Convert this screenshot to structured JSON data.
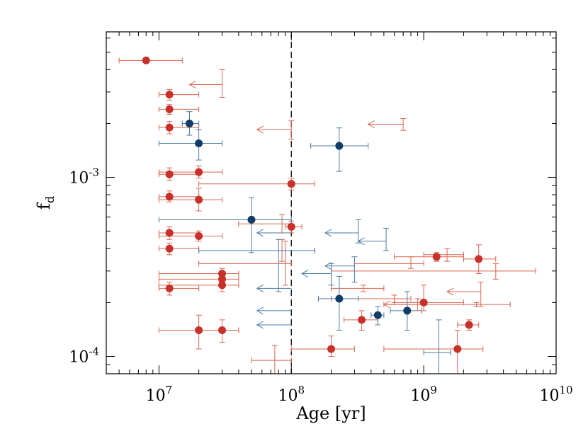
{
  "chart_data": {
    "type": "scatter",
    "title": "",
    "xlabel": "Age [yr]",
    "ylabel_main": "f",
    "ylabel_sub": "d",
    "x_scale": "log",
    "y_scale": "log",
    "xlim": [
      4000000,
      10000000000
    ],
    "ylim": [
      8e-05,
      0.0065
    ],
    "x_ticks": [
      {
        "base": "10",
        "exp": "7",
        "value": 10000000
      },
      {
        "base": "10",
        "exp": "8",
        "value": 100000000
      },
      {
        "base": "10",
        "exp": "9",
        "value": 1000000000
      },
      {
        "base": "10",
        "exp": "10",
        "value": 10000000000
      }
    ],
    "y_ticks": [
      {
        "base": "10",
        "exp": "-3",
        "value": 0.001
      },
      {
        "base": "10",
        "exp": "-4",
        "value": 0.0001
      }
    ],
    "vline_x": 100000000,
    "colors": {
      "red": "#c8302a",
      "red_bar": "#d9654f",
      "blue": "#0f3d66",
      "blue_bar": "#4a7aa3"
    },
    "red_points": [
      {
        "x": 8000000,
        "y": 0.0045,
        "xerr": [
          5000000,
          15000000
        ]
      },
      {
        "x": 12000000,
        "y": 0.0029,
        "xerr": [
          10000000,
          20000000
        ],
        "yerr": [
          0.0027,
          0.0031
        ]
      },
      {
        "x": 12000000,
        "y": 0.0024,
        "xerr": [
          10000000,
          20000000
        ],
        "yerr": [
          0.00225,
          0.00255
        ]
      },
      {
        "x": 12000000,
        "y": 0.0019,
        "xerr": [
          10000000,
          20000000
        ],
        "yerr": [
          0.00175,
          0.00205
        ]
      },
      {
        "x": 12000000,
        "y": 0.00104,
        "xerr": [
          10000000,
          20000000
        ],
        "yerr": [
          0.00096,
          0.00113
        ]
      },
      {
        "x": 20000000,
        "y": 0.00107,
        "xerr": [
          10000000,
          30000000
        ],
        "yerr": [
          0.00099,
          0.00116
        ]
      },
      {
        "x": 12000000,
        "y": 0.00078,
        "xerr": [
          10000000,
          20000000
        ],
        "yerr": [
          0.00073,
          0.00084
        ]
      },
      {
        "x": 20000000,
        "y": 0.00075,
        "xerr": [
          10000000,
          30000000
        ],
        "yerr": [
          0.00065,
          0.00087
        ]
      },
      {
        "x": 12000000,
        "y": 0.00049,
        "xerr": [
          10000000,
          20000000
        ],
        "yerr": [
          0.00045,
          0.00053
        ]
      },
      {
        "x": 20000000,
        "y": 0.00047,
        "xerr": [
          10000000,
          30000000
        ],
        "yerr": [
          0.00044,
          0.0005
        ]
      },
      {
        "x": 12000000,
        "y": 0.0004,
        "xerr": [
          10000000,
          20000000
        ],
        "yerr": [
          0.00037,
          0.00043
        ]
      },
      {
        "x": 30000000,
        "y": 0.00029,
        "xerr": [
          10000000,
          40000000
        ],
        "yerr": [
          0.00027,
          0.00031
        ]
      },
      {
        "x": 30000000,
        "y": 0.00027,
        "xerr": [
          10000000,
          40000000
        ],
        "yerr": [
          0.00025,
          0.00029
        ]
      },
      {
        "x": 30000000,
        "y": 0.00025,
        "xerr": [
          10000000,
          40000000
        ],
        "yerr": [
          0.00023,
          0.00027
        ]
      },
      {
        "x": 12000000,
        "y": 0.00024,
        "xerr": [
          10000000,
          20000000
        ],
        "yerr": [
          0.00022,
          0.00026
        ]
      },
      {
        "x": 20000000,
        "y": 0.00014,
        "xerr": [
          10000000,
          30000000
        ],
        "yerr": [
          0.00011,
          0.00017
        ]
      },
      {
        "x": 30000000,
        "y": 0.00014,
        "xerr": [
          20000000,
          40000000
        ],
        "yerr": [
          0.00012,
          0.00016
        ]
      },
      {
        "x": 100000000,
        "y": 0.00092,
        "xerr": [
          20000000,
          150000000
        ],
        "yerr": [
          0.00085,
          0.00099
        ]
      },
      {
        "x": 100000000,
        "y": 0.00053,
        "xerr": [
          90000000,
          120000000
        ],
        "yerr": [
          0.00049,
          0.00057
        ]
      },
      {
        "x": 200000000,
        "y": 0.00011,
        "xerr": [
          100000000,
          300000000
        ],
        "yerr": [
          0.0001,
          0.00013
        ]
      },
      {
        "x": 340000000,
        "y": 0.00016,
        "xerr": [
          250000000,
          450000000
        ],
        "yerr": [
          0.00014,
          0.00018
        ]
      },
      {
        "x": 1000000000,
        "y": 0.0002,
        "xerr": [
          600000000,
          2000000000
        ],
        "yerr": [
          0.00018,
          0.00025
        ]
      },
      {
        "x": 1250000000,
        "y": 0.00036,
        "xerr": [
          600000000,
          2000000000
        ],
        "yerr": [
          0.00034,
          0.00038
        ]
      },
      {
        "x": 2600000000,
        "y": 0.00035,
        "xerr": [
          2000000000,
          3500000000
        ],
        "yerr": [
          0.00029,
          0.00042
        ]
      },
      {
        "x": 1800000000,
        "y": 0.00011,
        "xerr": [
          500000000,
          2800000000
        ],
        "yerr": [
          8e-05,
          0.00014
        ]
      },
      {
        "x": 2200000000,
        "y": 0.00015,
        "xerr": [
          1800000000,
          2600000000
        ],
        "yerr": [
          0.00014,
          0.00016
        ]
      }
    ],
    "blue_points": [
      {
        "x": 17000000,
        "y": 0.002,
        "xerr": [
          15000000,
          20000000
        ],
        "yerr": [
          0.00172,
          0.00233
        ]
      },
      {
        "x": 20000000,
        "y": 0.00155,
        "xerr": [
          10000000,
          30000000
        ],
        "yerr": [
          0.00125,
          0.00185
        ]
      },
      {
        "x": 230000000,
        "y": 0.0015,
        "xerr": [
          140000000,
          380000000
        ],
        "yerr": [
          0.00108,
          0.00189
        ]
      },
      {
        "x": 50000000,
        "y": 0.00058,
        "xerr": [
          10000000,
          100000000
        ],
        "yerr": [
          0.00038,
          0.00077
        ]
      },
      {
        "x": 230000000,
        "y": 0.00021,
        "xerr": [
          160000000,
          320000000
        ],
        "yerr": [
          0.00014,
          0.00028
        ]
      },
      {
        "x": 450000000,
        "y": 0.00017,
        "xerr": [
          400000000,
          500000000
        ],
        "yerr": [
          0.00015,
          0.00019
        ]
      },
      {
        "x": 750000000,
        "y": 0.00018,
        "xerr": [
          560000000,
          960000000
        ],
        "yerr": [
          0.00014,
          0.00023
        ]
      }
    ],
    "red_bars_only": [
      {
        "x": 75000000,
        "xerr": [
          50000000,
          100000000
        ],
        "y": 9.5e-05,
        "yerr": [
          8e-05,
          0.000115
        ]
      },
      {
        "x": 85000000,
        "xerr": [
          40000000,
          100000000
        ],
        "y": 0.00055,
        "yerr": [
          0.00049,
          0.00062
        ]
      },
      {
        "x": 85000000,
        "xerr": [
          20000000,
          150000000
        ],
        "y": 0.00039,
        "yerr": [
          0.00034,
          0.00045
        ]
      },
      {
        "x": 90000000,
        "xerr": [
          20000000,
          100000000
        ],
        "y": 0.00033,
        "yerr": [
          0.00025,
          0.00044
        ]
      },
      {
        "x": 350000000,
        "xerr": [
          200000000,
          500000000
        ],
        "y": 0.00024,
        "yerr": [
          0.00023,
          0.00025
        ]
      },
      {
        "x": 600000000,
        "xerr": [
          200000000,
          800000000
        ],
        "y": 0.00021,
        "yerr": [
          0.0002,
          0.00022
        ]
      },
      {
        "x": 800000000,
        "xerr": [
          300000000,
          1000000000
        ],
        "y": 0.00033,
        "yerr": [
          0.00031,
          0.00036
        ]
      },
      {
        "x": 1500000000,
        "xerr": [
          1000000000,
          2000000000
        ],
        "y": 0.00037,
        "yerr": [
          0.00034,
          0.0004
        ]
      },
      {
        "x": 3500000000,
        "xerr": [
          200000000,
          7000000000
        ],
        "y": 0.0003,
        "yerr": [
          0.00027,
          0.00033
        ]
      },
      {
        "x": 2500000000,
        "xerr": [
          500000000,
          4500000000
        ],
        "y": 0.000195,
        "yerr": [
          0.00019,
          0.0002
        ]
      }
    ],
    "red_arrows": [
      {
        "x": 30000000,
        "y": 0.0033,
        "to": 17000000,
        "yerr": [
          0.0028,
          0.004
        ]
      },
      {
        "x": 100000000,
        "y": 0.00185,
        "to": 55000000,
        "yerr": [
          0.00163,
          0.00208
        ]
      },
      {
        "x": 700000000,
        "y": 0.00198,
        "to": 380000000,
        "yerr": [
          0.00183,
          0.00213
        ]
      },
      {
        "x": 2700000000,
        "y": 0.00023,
        "to": 1500000000,
        "yerr": [
          0.00019,
          0.00026
        ]
      },
      {
        "x": 900000000,
        "y": 0.000195,
        "to": 500000000,
        "yerr": [
          0.00018,
          0.00021
        ]
      }
    ],
    "blue_arrows": [
      {
        "x": 100000000,
        "y": 0.00049,
        "to": 55000000
      },
      {
        "x": 100000000,
        "y": 0.00024,
        "to": 55000000
      },
      {
        "x": 100000000,
        "y": 0.00018,
        "to": 55000000
      },
      {
        "x": 100000000,
        "y": 0.00015,
        "to": 55000000
      },
      {
        "x": 320000000,
        "y": 0.00049,
        "to": 180000000,
        "yerr": [
          0.00043,
          0.00058
        ]
      },
      {
        "x": 520000000,
        "y": 0.00044,
        "to": 320000000,
        "yerr": [
          0.00039,
          0.00052
        ]
      },
      {
        "x": 300000000,
        "y": 0.00032,
        "to": 180000000,
        "yerr": [
          0.00026,
          0.00036
        ]
      },
      {
        "x": 200000000,
        "y": 0.00029,
        "to": 120000000,
        "yerr": [
          0.00025,
          0.00033
        ]
      },
      {
        "x": 1300000000,
        "y": 0.000105,
        "xerr": [
          1000000000,
          1600000000
        ],
        "yerr": [
          8e-05,
          0.00016
        ]
      },
      {
        "x": 80000000,
        "y": 0.00039,
        "xerr": [
          20000000,
          150000000
        ],
        "yerr": [
          0.00023,
          0.00045
        ]
      }
    ]
  }
}
